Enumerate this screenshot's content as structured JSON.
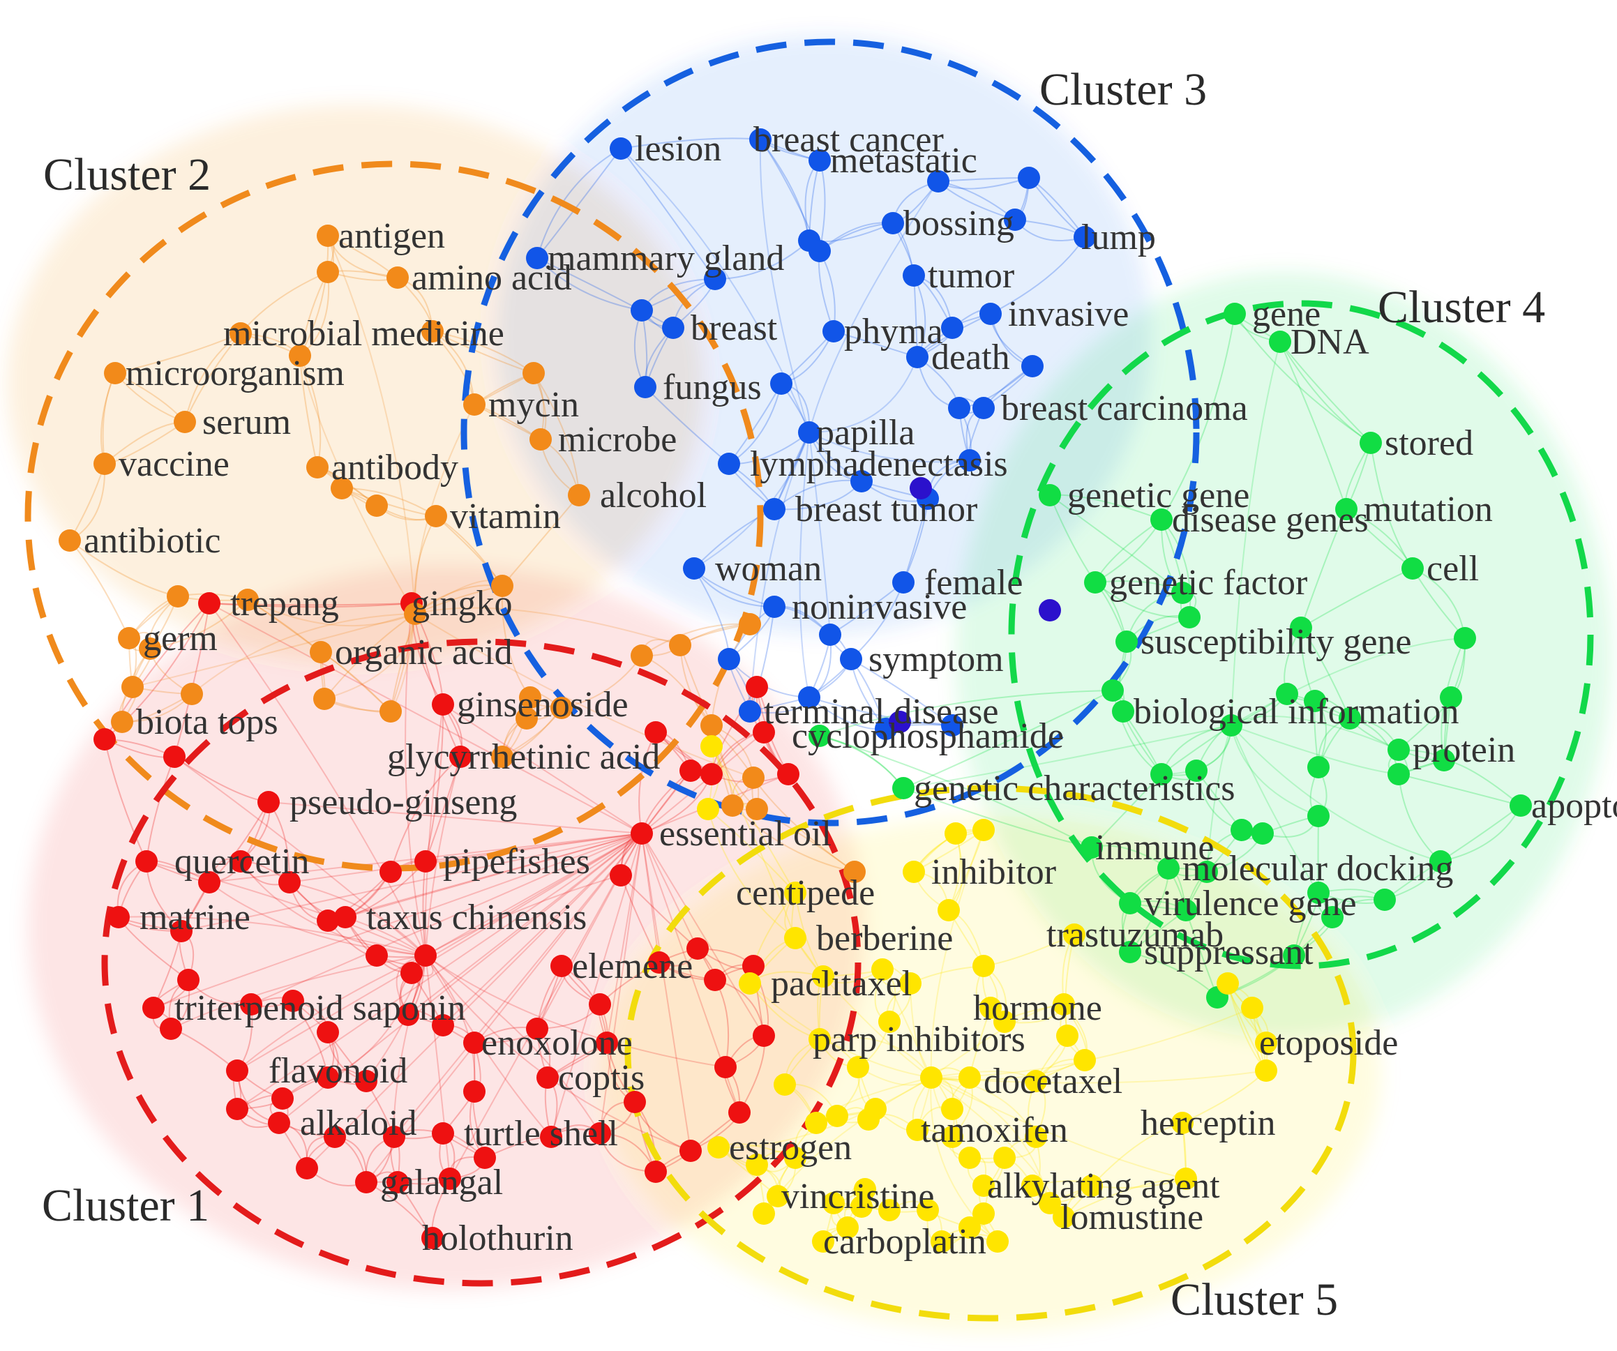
{
  "colors": {
    "cluster1": "#ee1111",
    "cluster2": "#f28a1a",
    "cluster3": "#1155e8",
    "cluster4": "#11dd44",
    "cluster5": "#ffe500",
    "hub": "#2b11cc"
  },
  "clusters": [
    {
      "id": "c1",
      "label": "Cluster 1",
      "color": "#ee1111",
      "ring": "#e31b1b",
      "keywords": [
        "trepang",
        "gingko",
        "ginsenoside",
        "glycyrrhetinic acid",
        "pseudo-ginseng",
        "quercetin",
        "pipefishes",
        "matrine",
        "taxus chinensis",
        "elemene",
        "triterpenoid saponin",
        "enoxolone",
        "flavonoid",
        "coptis",
        "alkaloid",
        "turtle shell",
        "galangal",
        "holothurin",
        "essential oil"
      ]
    },
    {
      "id": "c2",
      "label": "Cluster 2",
      "color": "#f28a1a",
      "ring": "#f08a1c",
      "keywords": [
        "antigen",
        "amino acid",
        "microbial medicine",
        "microorganism",
        "mycin",
        "serum",
        "microbe",
        "vaccine",
        "antibody",
        "alcohol",
        "vitamin",
        "antibiotic",
        "germ",
        "organic acid",
        "biota tops"
      ]
    },
    {
      "id": "c3",
      "label": "Cluster 3",
      "color": "#1155e8",
      "ring": "#1560e0",
      "keywords": [
        "lesion",
        "breast cancer",
        "metastatic",
        "bossing",
        "mammary gland",
        "lump",
        "tumor",
        "invasive",
        "breast",
        "phyma",
        "death",
        "fungus",
        "breast carcinoma",
        "papilla",
        "lymphadenectasis",
        "breast tumor",
        "woman",
        "female",
        "noninvasive",
        "symptom",
        "terminal disease"
      ]
    },
    {
      "id": "c4",
      "label": "Cluster 4",
      "color": "#11dd44",
      "ring": "#12d84a",
      "keywords": [
        "gene",
        "DNA",
        "stored",
        "genetic gene",
        "mutation",
        "disease genes",
        "genetic factor",
        "cell",
        "susceptibility gene",
        "biological information",
        "protein",
        "cyclophosphamide",
        "genetic characteristics",
        "immune",
        "apoptosis",
        "molecular docking",
        "virulence gene",
        "suppressant"
      ]
    },
    {
      "id": "c5",
      "label": "Cluster 5",
      "color": "#ffe500",
      "ring": "#f2dc0c",
      "keywords": [
        "inhibitor",
        "centipede",
        "trastuzumab",
        "berberine",
        "paclitaxel",
        "hormone",
        "parp inhibitors",
        "etoposide",
        "docetaxel",
        "tamoxifen",
        "herceptin",
        "estrogen",
        "alkylating agent",
        "vincristine",
        "lomustine",
        "carboplatin"
      ]
    }
  ]
}
